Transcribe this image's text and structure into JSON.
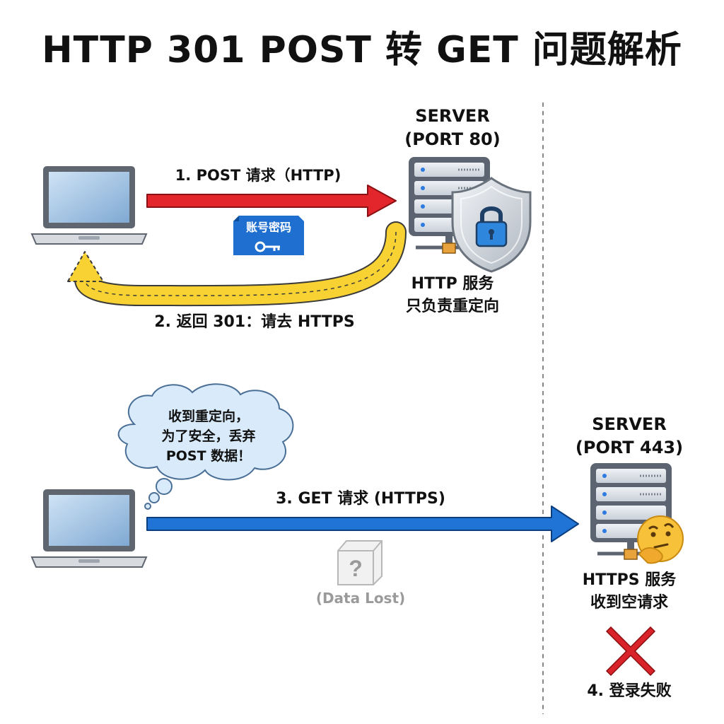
{
  "title": "HTTP 301 POST 转 GET 问题解析",
  "server_http": {
    "name": "SERVER",
    "port": "(PORT 80)",
    "note_line1": "HTTP 服务",
    "note_line2": "只负责重定向"
  },
  "server_https": {
    "name": "SERVER",
    "port": "(PORT 443)",
    "note_line1": "HTTPS 服务",
    "note_line2": "收到空请求"
  },
  "steps": {
    "step1": "1. POST 请求（HTTP)",
    "step2": "2. 返回 301：请去 HTTPS",
    "step3": "3. GET 请求 (HTTPS)",
    "step4": "4. 登录失败"
  },
  "credentials_badge": "账号密码",
  "thought_bubble": {
    "line1": "收到重定向，",
    "line2": "为了安全，丢弃",
    "line3": "POST 数据！"
  },
  "data_lost": "(Data Lost)",
  "colors": {
    "post_arrow": "#e3262b",
    "redirect_arrow": "#f7d232",
    "get_arrow": "#1f74d6",
    "badge": "#1f6fd0",
    "fail_x": "#d9232a"
  },
  "icons": [
    "laptop-icon",
    "server-icon",
    "shield-lock-icon",
    "key-icon",
    "thinking-face-icon",
    "question-box-icon",
    "red-x-icon"
  ]
}
